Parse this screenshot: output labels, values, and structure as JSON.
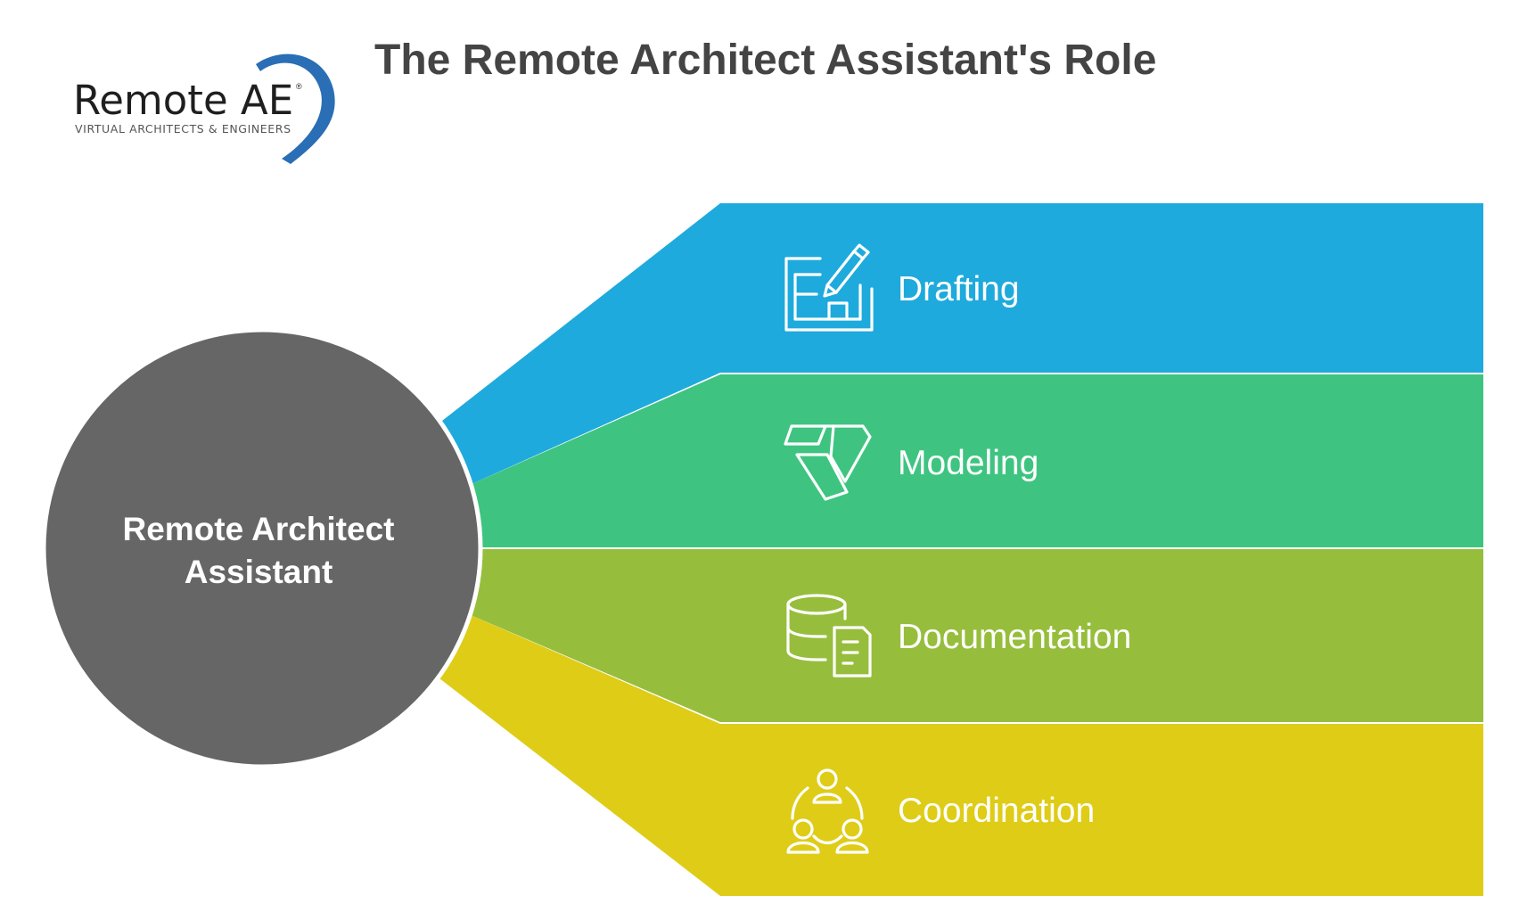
{
  "logo": {
    "wordmark": "Remote AE",
    "tagline": "VIRTUAL ARCHITECTS & ENGINEERS",
    "registered_mark": "®",
    "accent_color": "#2a6eb5"
  },
  "title": "The Remote Architect Assistant's Role",
  "hub": {
    "line1": "Remote Architect",
    "line2": "Assistant",
    "color": "#666666"
  },
  "roles": [
    {
      "label": "Drafting",
      "color": "#1eaadc",
      "icon": "blueprint-pencil-icon"
    },
    {
      "label": "Modeling",
      "color": "#3ec480",
      "icon": "model-shapes-icon"
    },
    {
      "label": "Documentation",
      "color": "#96be3c",
      "icon": "database-document-icon"
    },
    {
      "label": "Coordination",
      "color": "#dfcc17",
      "icon": "team-coordination-icon"
    }
  ]
}
